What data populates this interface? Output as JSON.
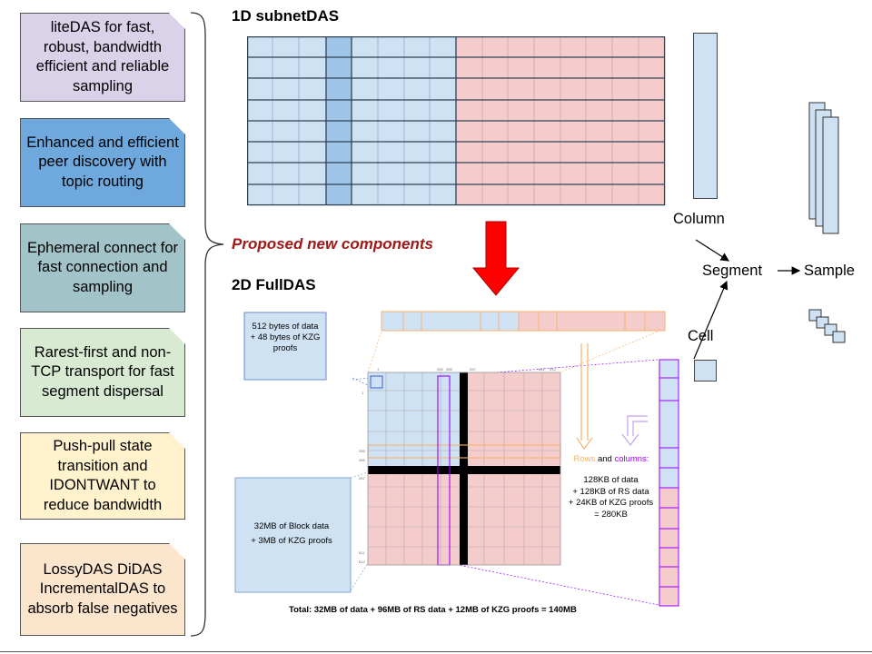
{
  "components": [
    {
      "text": "liteDAS for fast, robust, bandwidth efficient and reliable sampling",
      "color": "#d9d2e9"
    },
    {
      "text": "Enhanced and efficient peer discovery with topic routing",
      "color": "#6fa8dc"
    },
    {
      "text": "Ephemeral connect for fast connection and sampling",
      "color": "#a2c4c9"
    },
    {
      "text": "Rarest-first and non-TCP transport for fast segment dispersal",
      "color": "#d9ead3"
    },
    {
      "text": "Push-pull state transition and IDONTWANT to reduce bandwidth",
      "color": "#fff2cc"
    },
    {
      "text": "LossyDAS DiDAS IncrementalDAS to absorb false negatives",
      "color": "#fce5cd"
    }
  ],
  "proposed_label": "Proposed new components",
  "subnet_title": "1D subnetDAS",
  "full_title": "2D FullDAS",
  "hierarchy": {
    "column": "Column",
    "cell": "Cell",
    "segment": "Segment",
    "sample": "Sample"
  },
  "fulldas": {
    "bytes_note": "512 bytes of data + 48 bytes of KZG proofs",
    "block_note": "32MB of Block data + 3MB of KZG proofs",
    "rows_word": "Rows",
    "and_word": "and",
    "columns_word": "columns:",
    "rows_cols_note": "128KB of data + 128KB of RS data + 24KB of KZG proofs = 280KB",
    "total": "Total: 32MB of data + 96MB of RS data + 12MB of KZG proofs = 140MB"
  },
  "colors": {
    "blue_cell": "#cfe2f3",
    "blue_column": "#9fc5e8",
    "red_cell": "#f4cccc",
    "arrow_red": "#ff0000",
    "orange": "#f6b26b",
    "purple": "#9900ff",
    "proposed_text": "#a01818"
  }
}
